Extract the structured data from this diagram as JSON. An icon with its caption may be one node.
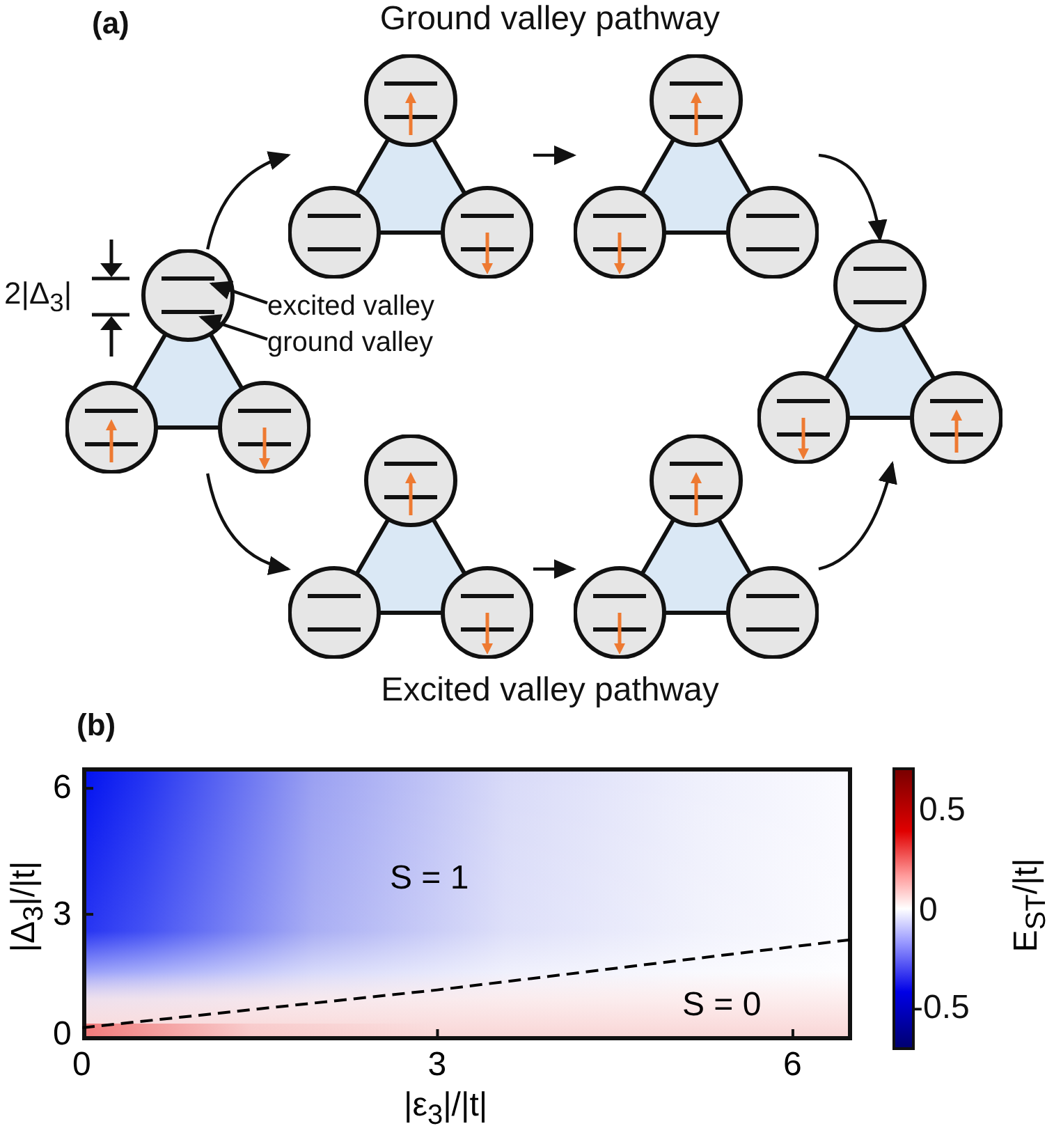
{
  "diagram": {
    "nodes": [
      {
        "text": [],
        "shape": "picture"
      },
      {
        "text": [],
        "shape": "picture"
      },
      {
        "text": [],
        "shape": "picture"
      },
      {
        "text": [],
        "shape": "picture"
      },
      {
        "text": [],
        "shape": "picture"
      },
      {
        "text": [],
        "shape": "picture"
      },
      {
        "text": [
          "excited valley"
        ]
      },
      {
        "text": [
          "ground valley"
        ]
      },
      {
        "text": [],
        "shape": "bar",
        "in": 0
      },
      {
        "text": [],
        "shape": "bar",
        "in": 0
      }
    ],
    "edges": [
      {
        "from": 0,
        "to": 1,
        "arrow": "to"
      },
      {
        "from": 1,
        "to": 2,
        "arrow": "to"
      },
      {
        "from": 2,
        "to": 3,
        "arrow": "to"
      },
      {
        "from": 0,
        "to": 4,
        "arrow": "to"
      },
      {
        "from": 4,
        "to": 5,
        "arrow": "to"
      },
      {
        "from": 5,
        "to": 3,
        "arrow": "to"
      },
      {
        "from": 6,
        "to": 8,
        "arrow": "to"
      },
      {
        "from": 7,
        "to": 9,
        "arrow": "to"
      }
    ],
    "labels": [
      "(a)",
      "Ground valley pathway",
      "2|Δ$_{3}$|",
      "Excited valley pathway",
      "(b)",
      "0.5",
      "0",
      "-0.5",
      "E$_{ST}$/|t|"
    ],
    "chart_data": {
      "type": "line",
      "xlabel": "|ε$_{3}$|/|t|",
      "ylabel": "|Δ$_{3}$|/|t|",
      "x": [
        0,
        3,
        6.5
      ],
      "series": [
        {
          "color": "#000000",
          "line_style": "dashed",
          "values": [
            0.3,
            1.2,
            2.4
          ]
        }
      ],
      "xlim": [
        0,
        6.5
      ],
      "ylim": [
        0,
        6.5
      ],
      "xticks": [
        0,
        3,
        6
      ],
      "yticks": [
        0,
        3,
        6
      ],
      "annotations": [
        "S = 1",
        "S = 0"
      ]
    }
  }
}
